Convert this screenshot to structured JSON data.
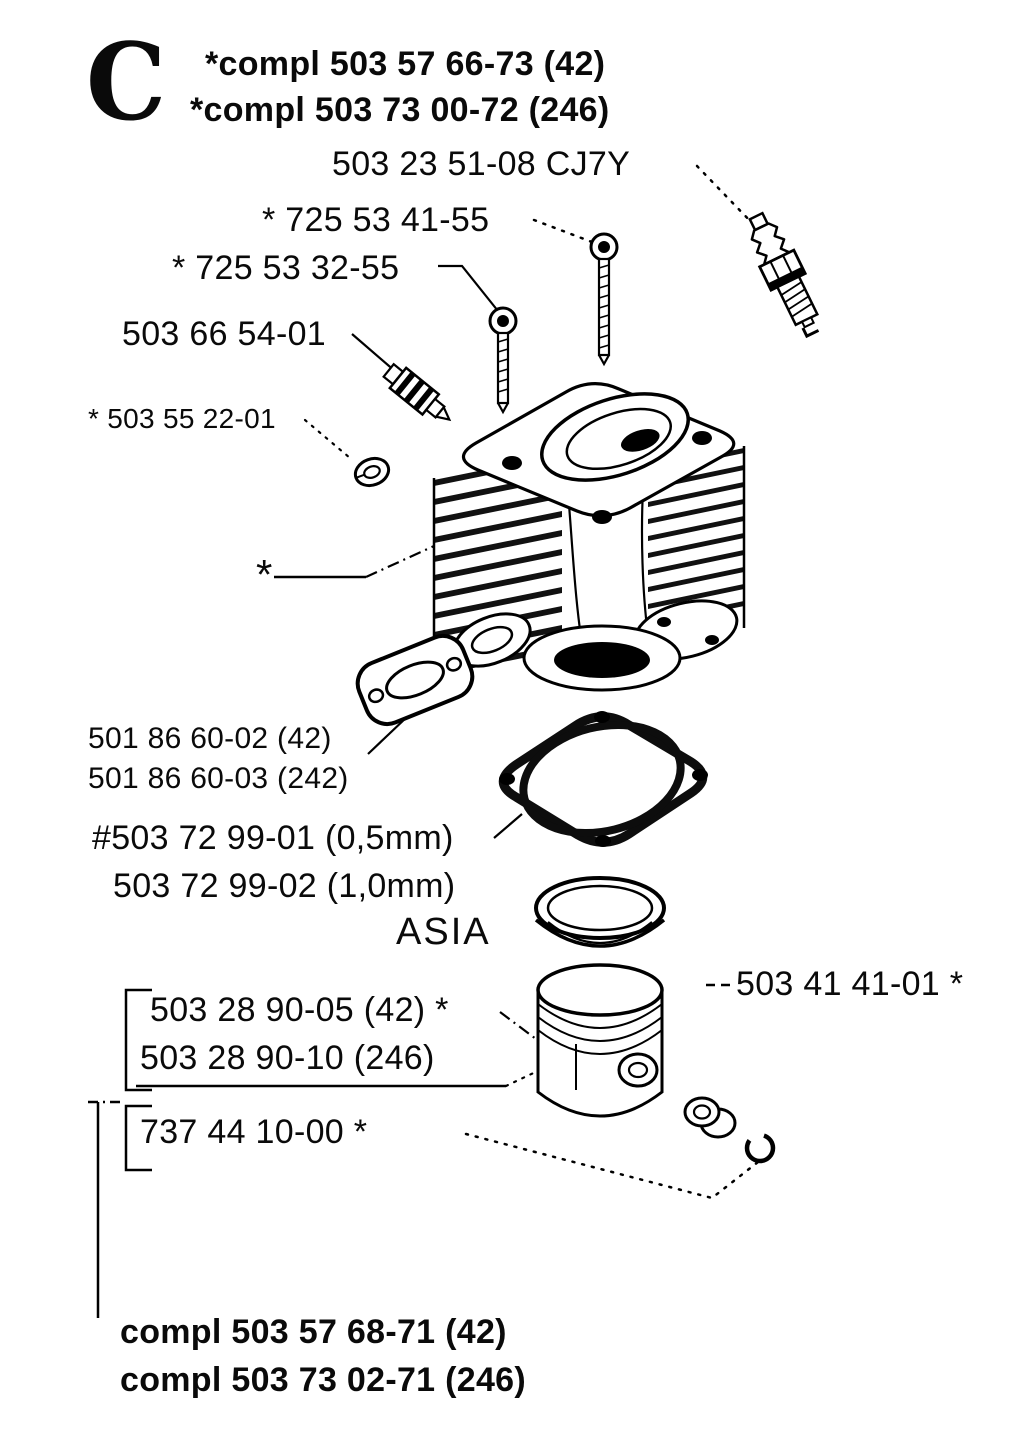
{
  "page": {
    "background": "#ffffff",
    "ink": "#000000"
  },
  "labels": {
    "section_letter": "C",
    "compl_top_1": "*compl 503 57 66-73 (42)",
    "compl_top_2": "*compl 503 73 00-72 (246)",
    "spark_plug": "503 23 51-08 CJ7Y",
    "screw_long": "* 725 53 41-55",
    "screw_short": "* 725 53 32-55",
    "decompression_valve": "503 66 54-01",
    "sealing_plug": "* 503 55 22-01",
    "cylinder_marker": "*",
    "exhaust_gasket_42": "501 86 60-02 (42)",
    "exhaust_gasket_242": "501 86 60-03 (242)",
    "cylinder_gasket_05": "#503 72 99-01 (0,5mm)",
    "cylinder_gasket_10": "503 72 99-02 (1,0mm)",
    "region_note": "ASIA",
    "piston_42": "503 28 90-05 (42) *",
    "piston_246": "503 28 90-10 (246)",
    "piston_pin": "737 44 10-00 *",
    "circlip": "503 41 41-01 *",
    "compl_bottom_42": "compl 503 57 68-71 (42)",
    "compl_bottom_246": "compl 503 73 02-71 (246)"
  }
}
